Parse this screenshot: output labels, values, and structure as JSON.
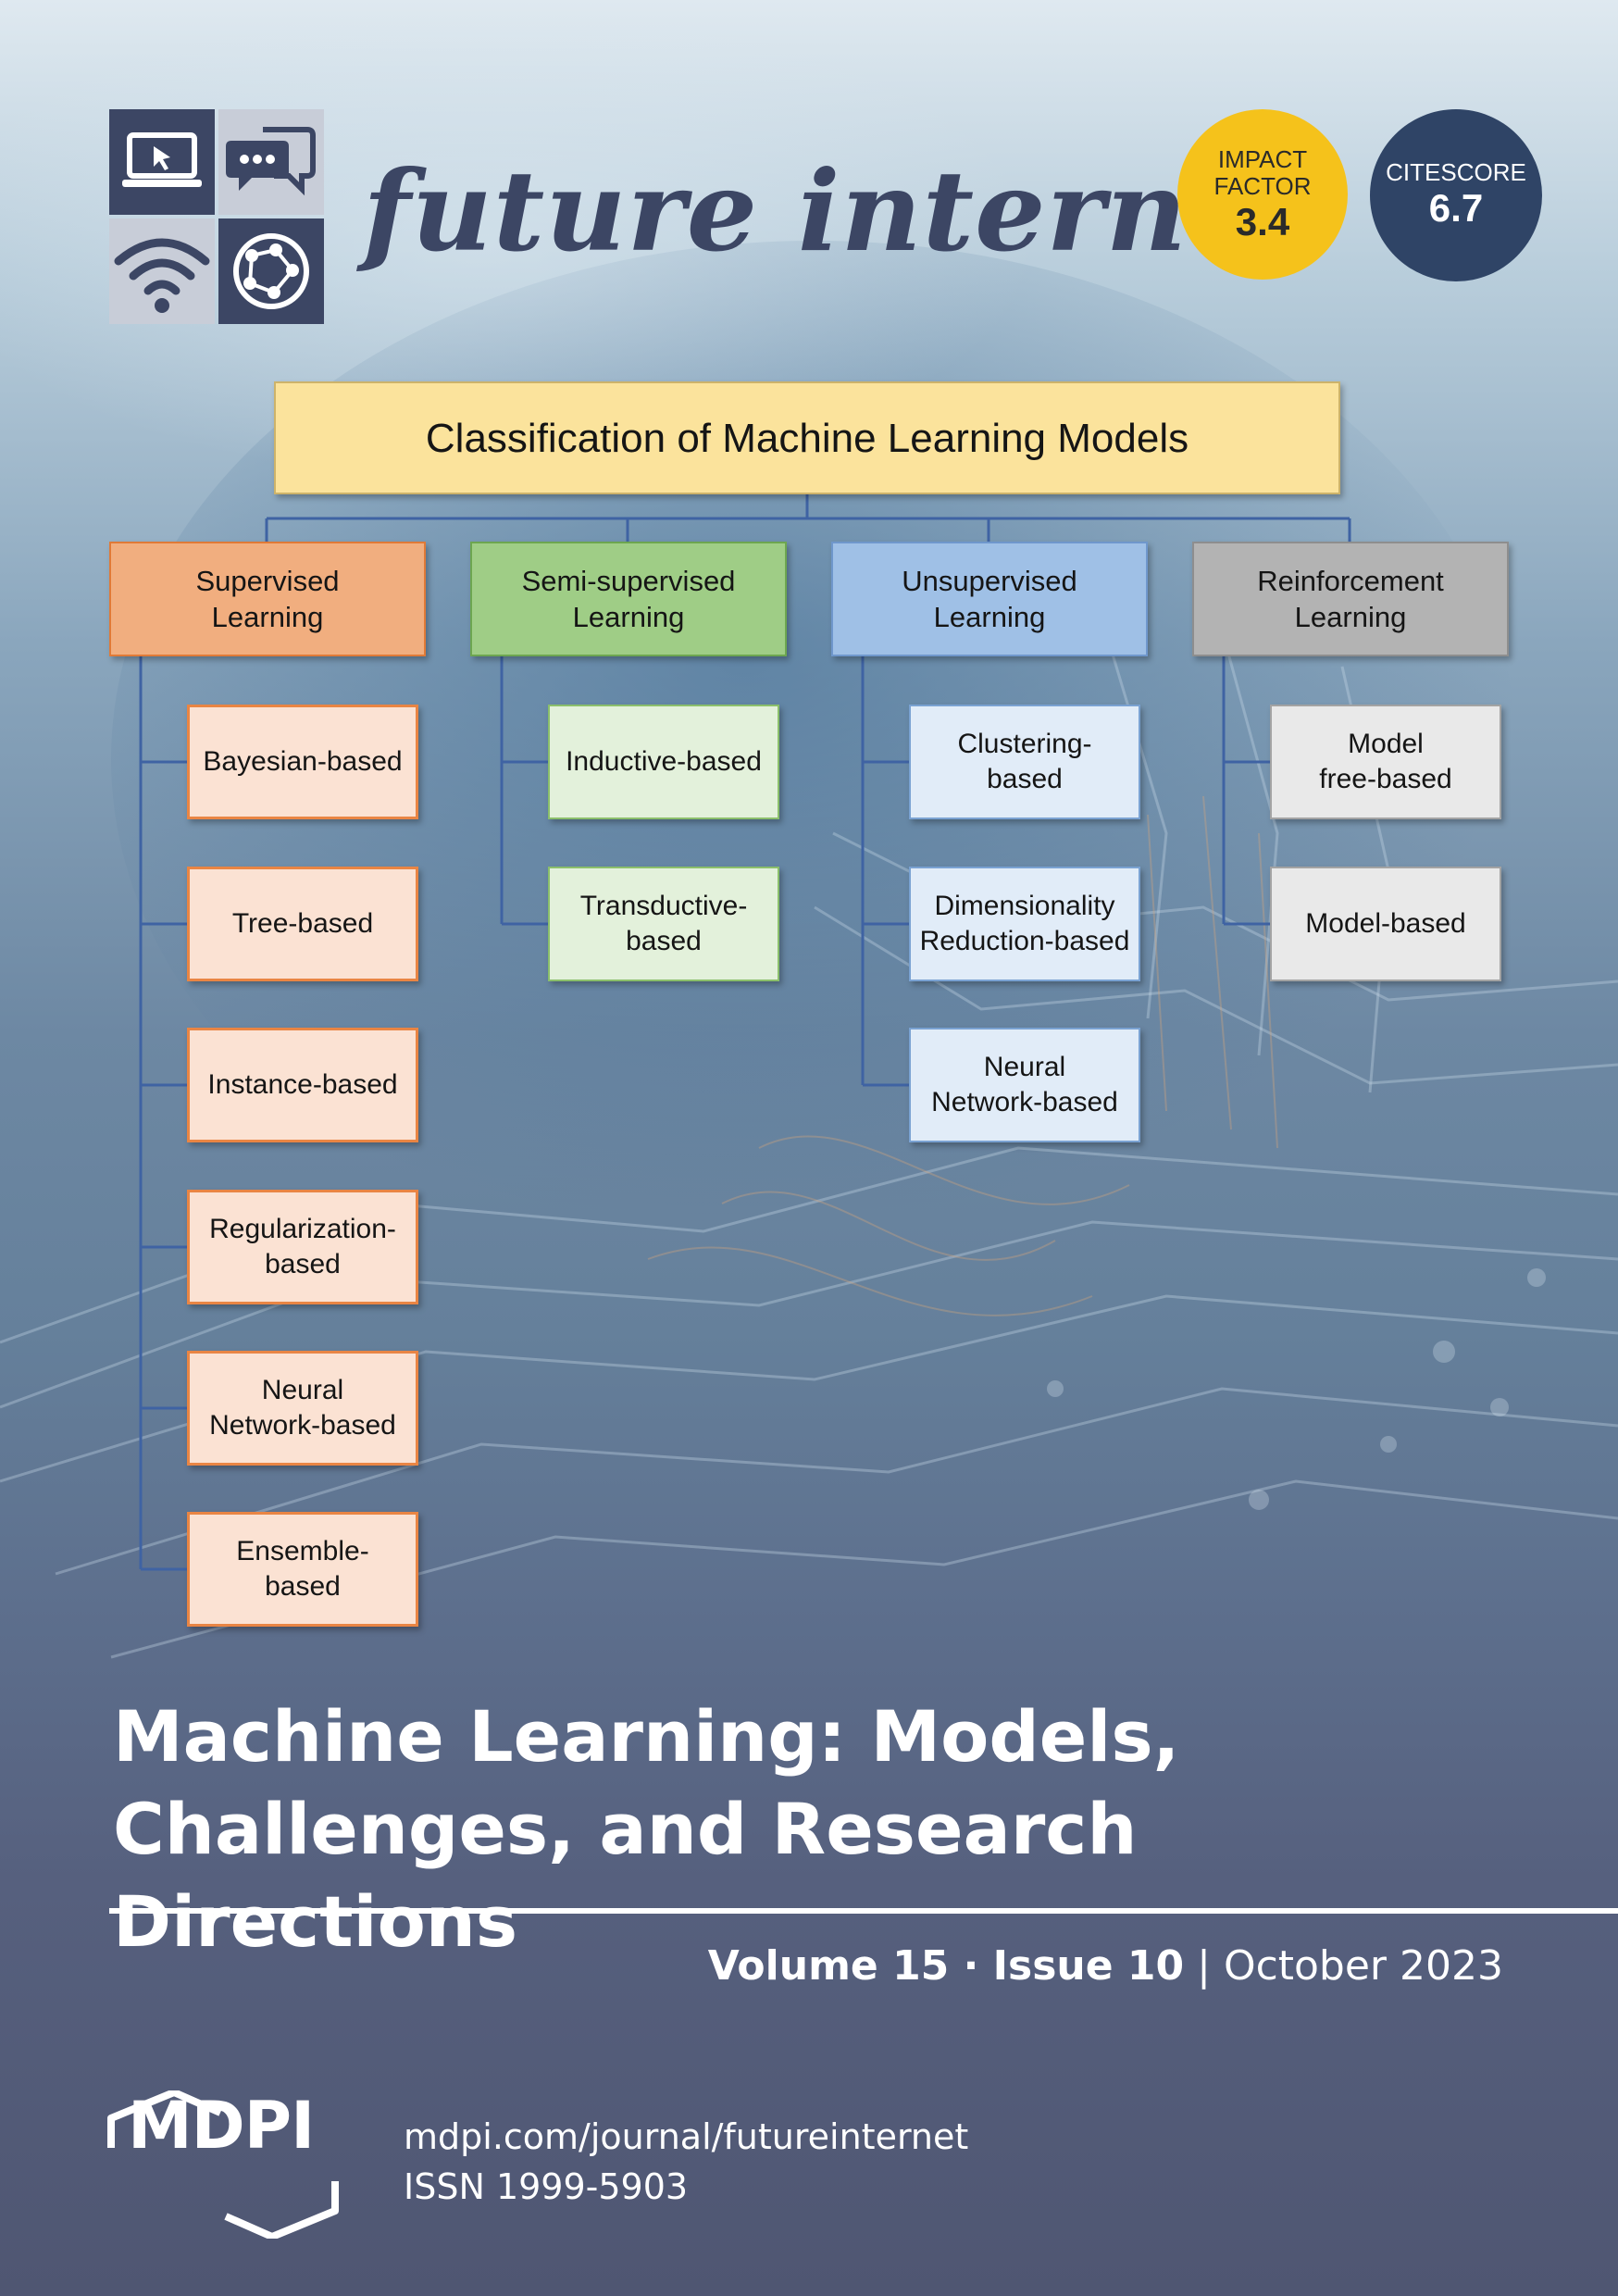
{
  "journal": {
    "title": "future internet",
    "logo_icons": [
      "laptop-icon",
      "chat-icon",
      "wifi-icon",
      "globe-network-icon"
    ]
  },
  "metrics": {
    "impact_factor": {
      "label_line1": "IMPACT",
      "label_line2": "FACTOR",
      "value": "3.4"
    },
    "citescore": {
      "label": "CITESCORE",
      "value": "6.7"
    }
  },
  "diagram": {
    "title": "Classification of Machine Learning Models",
    "categories": [
      {
        "name": "Supervised\nLearning",
        "children": [
          "Bayesian-based",
          "Tree-based",
          "Instance-based",
          "Regularization-\nbased",
          "Neural\nNetwork-based",
          "Ensemble-\nbased"
        ]
      },
      {
        "name": "Semi-supervised\nLearning",
        "children": [
          "Inductive-based",
          "Transductive-\nbased"
        ]
      },
      {
        "name": "Unsupervised\nLearning",
        "children": [
          "Clustering-\nbased",
          "Dimensionality\nReduction-based",
          "Neural\nNetwork-based"
        ]
      },
      {
        "name": "Reinforcement\nLearning",
        "children": [
          "Model\nfree-based",
          "Model-based"
        ]
      }
    ]
  },
  "article_title": "Machine Learning: Models, Challenges, and Research Directions",
  "issue": {
    "volume": "Volume 15",
    "separator": " · ",
    "issue": "Issue 10",
    "divider": " | ",
    "date": "October 2023"
  },
  "publisher": {
    "name": "MDPI",
    "url": "mdpi.com/journal/futureinternet",
    "issn": "ISSN 1999-5903"
  },
  "colors": {
    "journal_title": "#3c4664",
    "impact_badge": "#f5c21b",
    "citescore_badge": "#2f4466",
    "supervised": "#f1ae7f",
    "semi_supervised": "#9fcd86",
    "unsupervised": "#9fc0e6",
    "reinforcement": "#b3b3b3",
    "root": "#fbe39c"
  }
}
